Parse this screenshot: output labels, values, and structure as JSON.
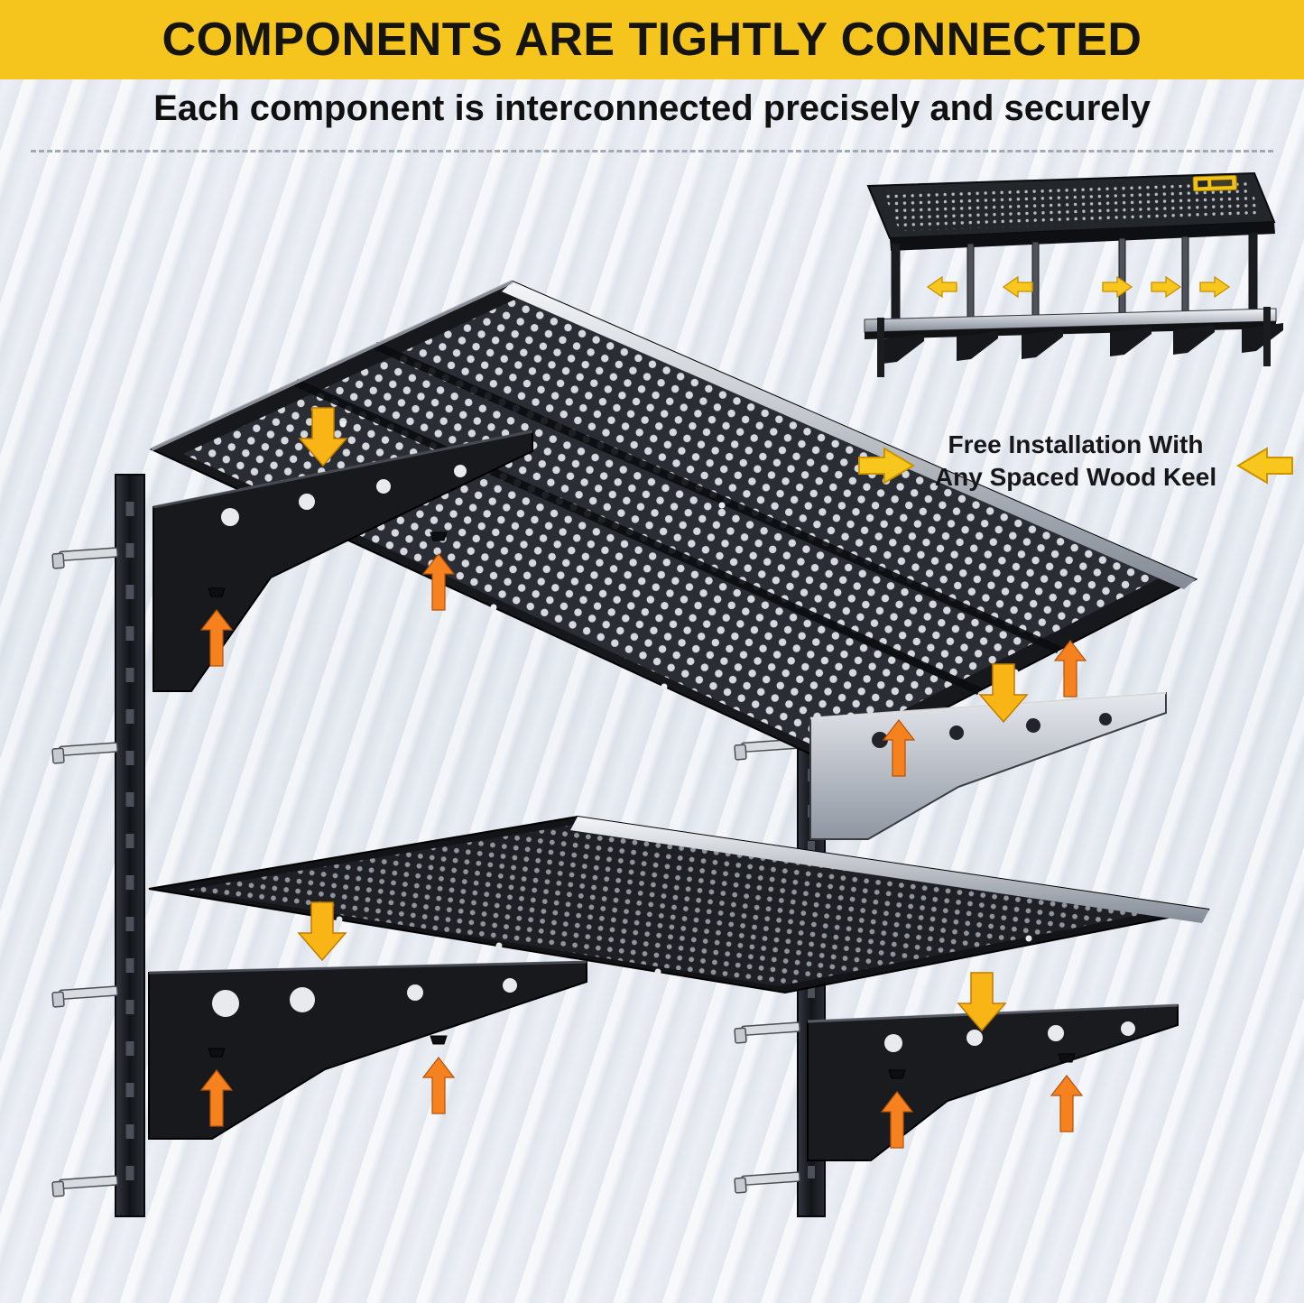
{
  "banner": {
    "title": "COMPONENTS ARE TIGHTLY CONNECTED",
    "subtitle": "Each component is interconnected precisely and securely"
  },
  "inset": {
    "caption_line1": "Free Installation With",
    "caption_line2": "Any Spaced Wood Keel"
  },
  "colors": {
    "banner_yellow": "#F6C51D",
    "up_arrow_orange": "#F5821F",
    "down_arrow_yellow": "#F9B515",
    "inset_arrow_yellow": "#F7C71E",
    "shelf_dark": "#17181C",
    "metal_silver": "#C9CDD4",
    "background_tint": "#E3E8EF"
  },
  "icons": {
    "up_arrow": "orange-up-arrow",
    "down_arrow": "yellow-down-arrow",
    "left_arrow": "yellow-left-arrow",
    "right_arrow": "yellow-right-arrow",
    "hook": "mounting-hook"
  }
}
